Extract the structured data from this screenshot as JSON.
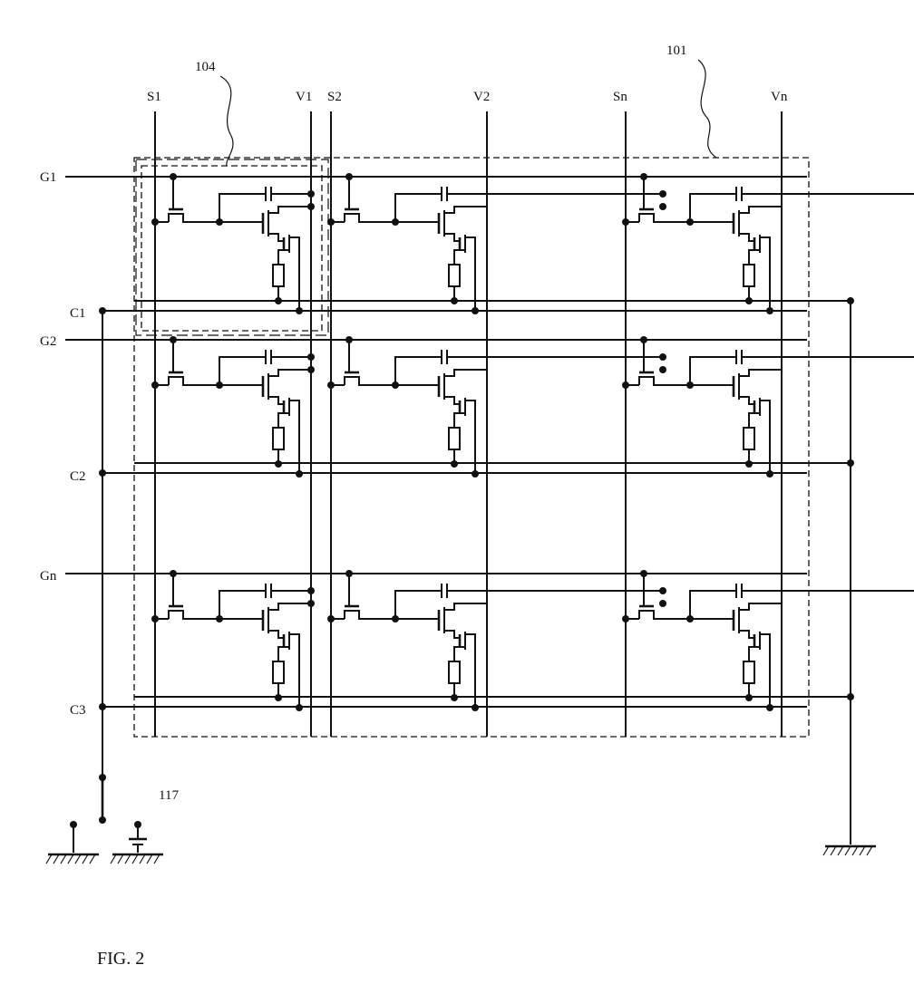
{
  "figure": {
    "caption": "FIG. 2",
    "refs": {
      "array": "101",
      "pixel": "104",
      "switch": "117"
    },
    "columns": [
      {
        "data_line": "S1",
        "power_line": "V1"
      },
      {
        "data_line": "S2",
        "power_line": "V2"
      },
      {
        "data_line": "Sn",
        "power_line": "Vn"
      }
    ],
    "rows": [
      {
        "gate_line": "G1",
        "common_line": "C1"
      },
      {
        "gate_line": "G2",
        "common_line": "C2"
      },
      {
        "gate_line": "Gn",
        "common_line": "C3"
      }
    ]
  }
}
